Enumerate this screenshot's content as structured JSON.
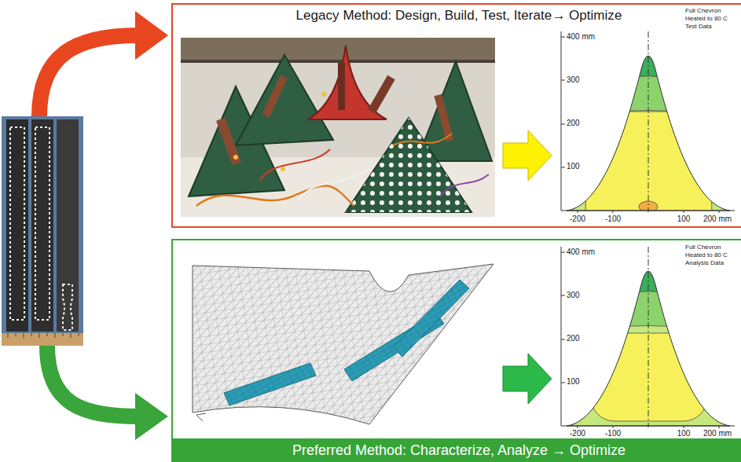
{
  "diagram": {
    "nodes": [
      {
        "text": [
          "Legacy Method: Design, Build, Test, Iterate→ Optimize"
        ]
      },
      {
        "text": [
          "Preferred Method: Characterize, Analyze → Optimize"
        ]
      }
    ],
    "labels": [
      "400 mm",
      "300",
      "200",
      "100",
      "-200",
      "-100",
      "100",
      "200 mm",
      "Full Chevron",
      "Heated to 80 C",
      "Test Data",
      "400 mm",
      "300",
      "200",
      "100",
      "-200",
      "-100",
      "100",
      "200 mm",
      "Full Chevron",
      "Heated to 80 C",
      "Analysis Data"
    ]
  }
}
